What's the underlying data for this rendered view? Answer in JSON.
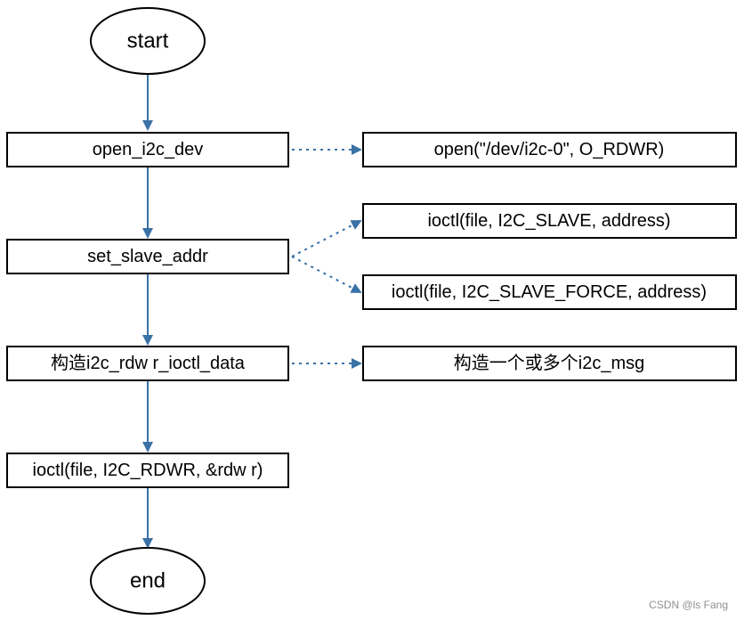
{
  "diagram": {
    "start": "start",
    "end": "end",
    "steps": {
      "open_dev": "open_i2c_dev",
      "set_addr": "set_slave_addr",
      "build_data": "构造i2c_rdw r_ioctl_data",
      "ioctl_rdwr": "ioctl(file, I2C_RDWR, &rdw r)"
    },
    "details": {
      "open_call": "open(\"/dev/i2c-0\", O_RDWR)",
      "ioctl_slave": "ioctl(file, I2C_SLAVE, address)",
      "ioctl_slave_force": "ioctl(file, I2C_SLAVE_FORCE, address)",
      "build_msg": "构造一个或多个i2c_msg"
    },
    "colors": {
      "connector": "#3a72a6",
      "border": "#000000"
    }
  },
  "watermark": "CSDN @ls Fang"
}
